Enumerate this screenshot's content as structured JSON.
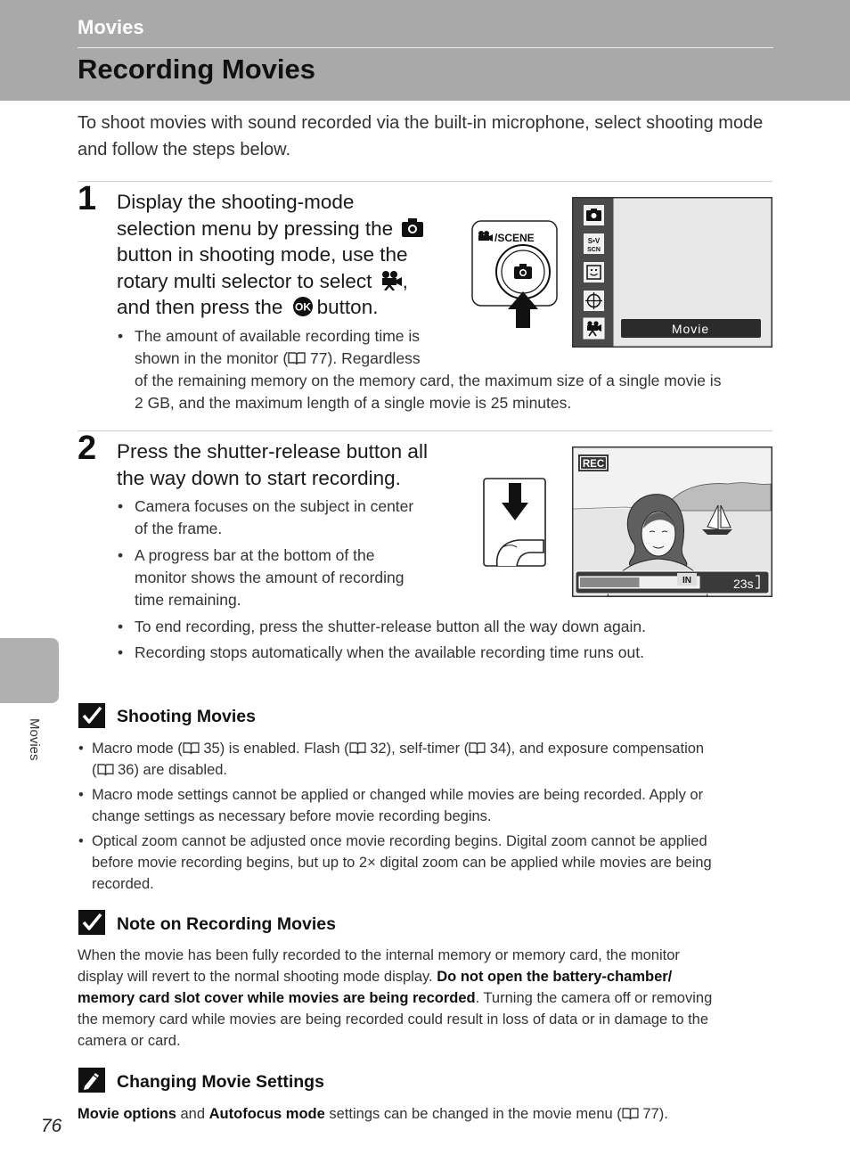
{
  "header": {
    "section": "Movies",
    "title": "Recording Movies"
  },
  "intro": "To shoot movies with sound recorded via the built-in microphone, select shooting mode and follow the steps below.",
  "step1": {
    "number": "1",
    "lines": [
      "Display the shooting-mode",
      "selection menu by pressing the",
      "button in shooting mode, use the",
      "rotary multi selector to select",
      "and then press the",
      "button."
    ],
    "bullet_lines": [
      "The amount of available recording time is",
      "shown in the monitor (",
      "77). Regardless",
      "of the remaining memory on the memory card, the maximum size of a single movie is",
      "2 GB, and the maximum length of a single movie is 25 minutes."
    ],
    "dial_label": "/SCENE",
    "menu_label": "Movie"
  },
  "step2": {
    "number": "2",
    "lines": [
      "Press the shutter-release button all",
      "the way down to start recording."
    ],
    "bullets": [
      [
        "Camera focuses on the subject in center",
        "of the frame."
      ],
      [
        "A progress bar at the bottom of the",
        "monitor shows the amount of recording",
        "time remaining."
      ],
      [
        "To end recording, press the shutter-release button all the way down again."
      ],
      [
        "Recording stops automatically when the available recording time runs out."
      ]
    ],
    "rec_label": "REC",
    "memory_label": "IN",
    "time_remaining": "23s",
    "progress": 0.5
  },
  "note1": {
    "title": "Shooting Movies",
    "bullets": [
      [
        [
          "Macro mode (",
          "35) is enabled. Flash (",
          "32), self-timer (",
          "34), and exposure compensation"
        ],
        [
          "(",
          "36) are disabled."
        ]
      ],
      [
        [
          "Macro mode settings cannot be applied or changed while movies are being recorded. Apply or"
        ],
        [
          "change settings as necessary before movie recording begins."
        ]
      ],
      [
        [
          "Optical zoom cannot be adjusted once movie recording begins. Digital zoom cannot be applied"
        ],
        [
          "before movie recording begins, but up to 2× digital zoom can be applied while movies are being"
        ],
        [
          "recorded."
        ]
      ]
    ]
  },
  "note2": {
    "title": "Note on Recording Movies",
    "lines": [
      "When the movie has been fully recorded to the internal memory or memory card, the monitor",
      "display will revert to the normal shooting mode display.",
      "Do not open the battery-chamber/",
      "memory card slot cover while movies are being recorded",
      ". Turning the camera off or removing",
      "the memory card while movies are being recorded could result in loss of data or in damage to the",
      "camera or card."
    ]
  },
  "note3": {
    "title": "Changing Movie Settings",
    "bold1": "Movie options",
    "text1": " and ",
    "bold2": "Autofocus mode",
    "text2": " settings can be changed in the movie menu (",
    "text3": "77)."
  },
  "sidebar": {
    "label": "Movies"
  },
  "page_number": "76"
}
